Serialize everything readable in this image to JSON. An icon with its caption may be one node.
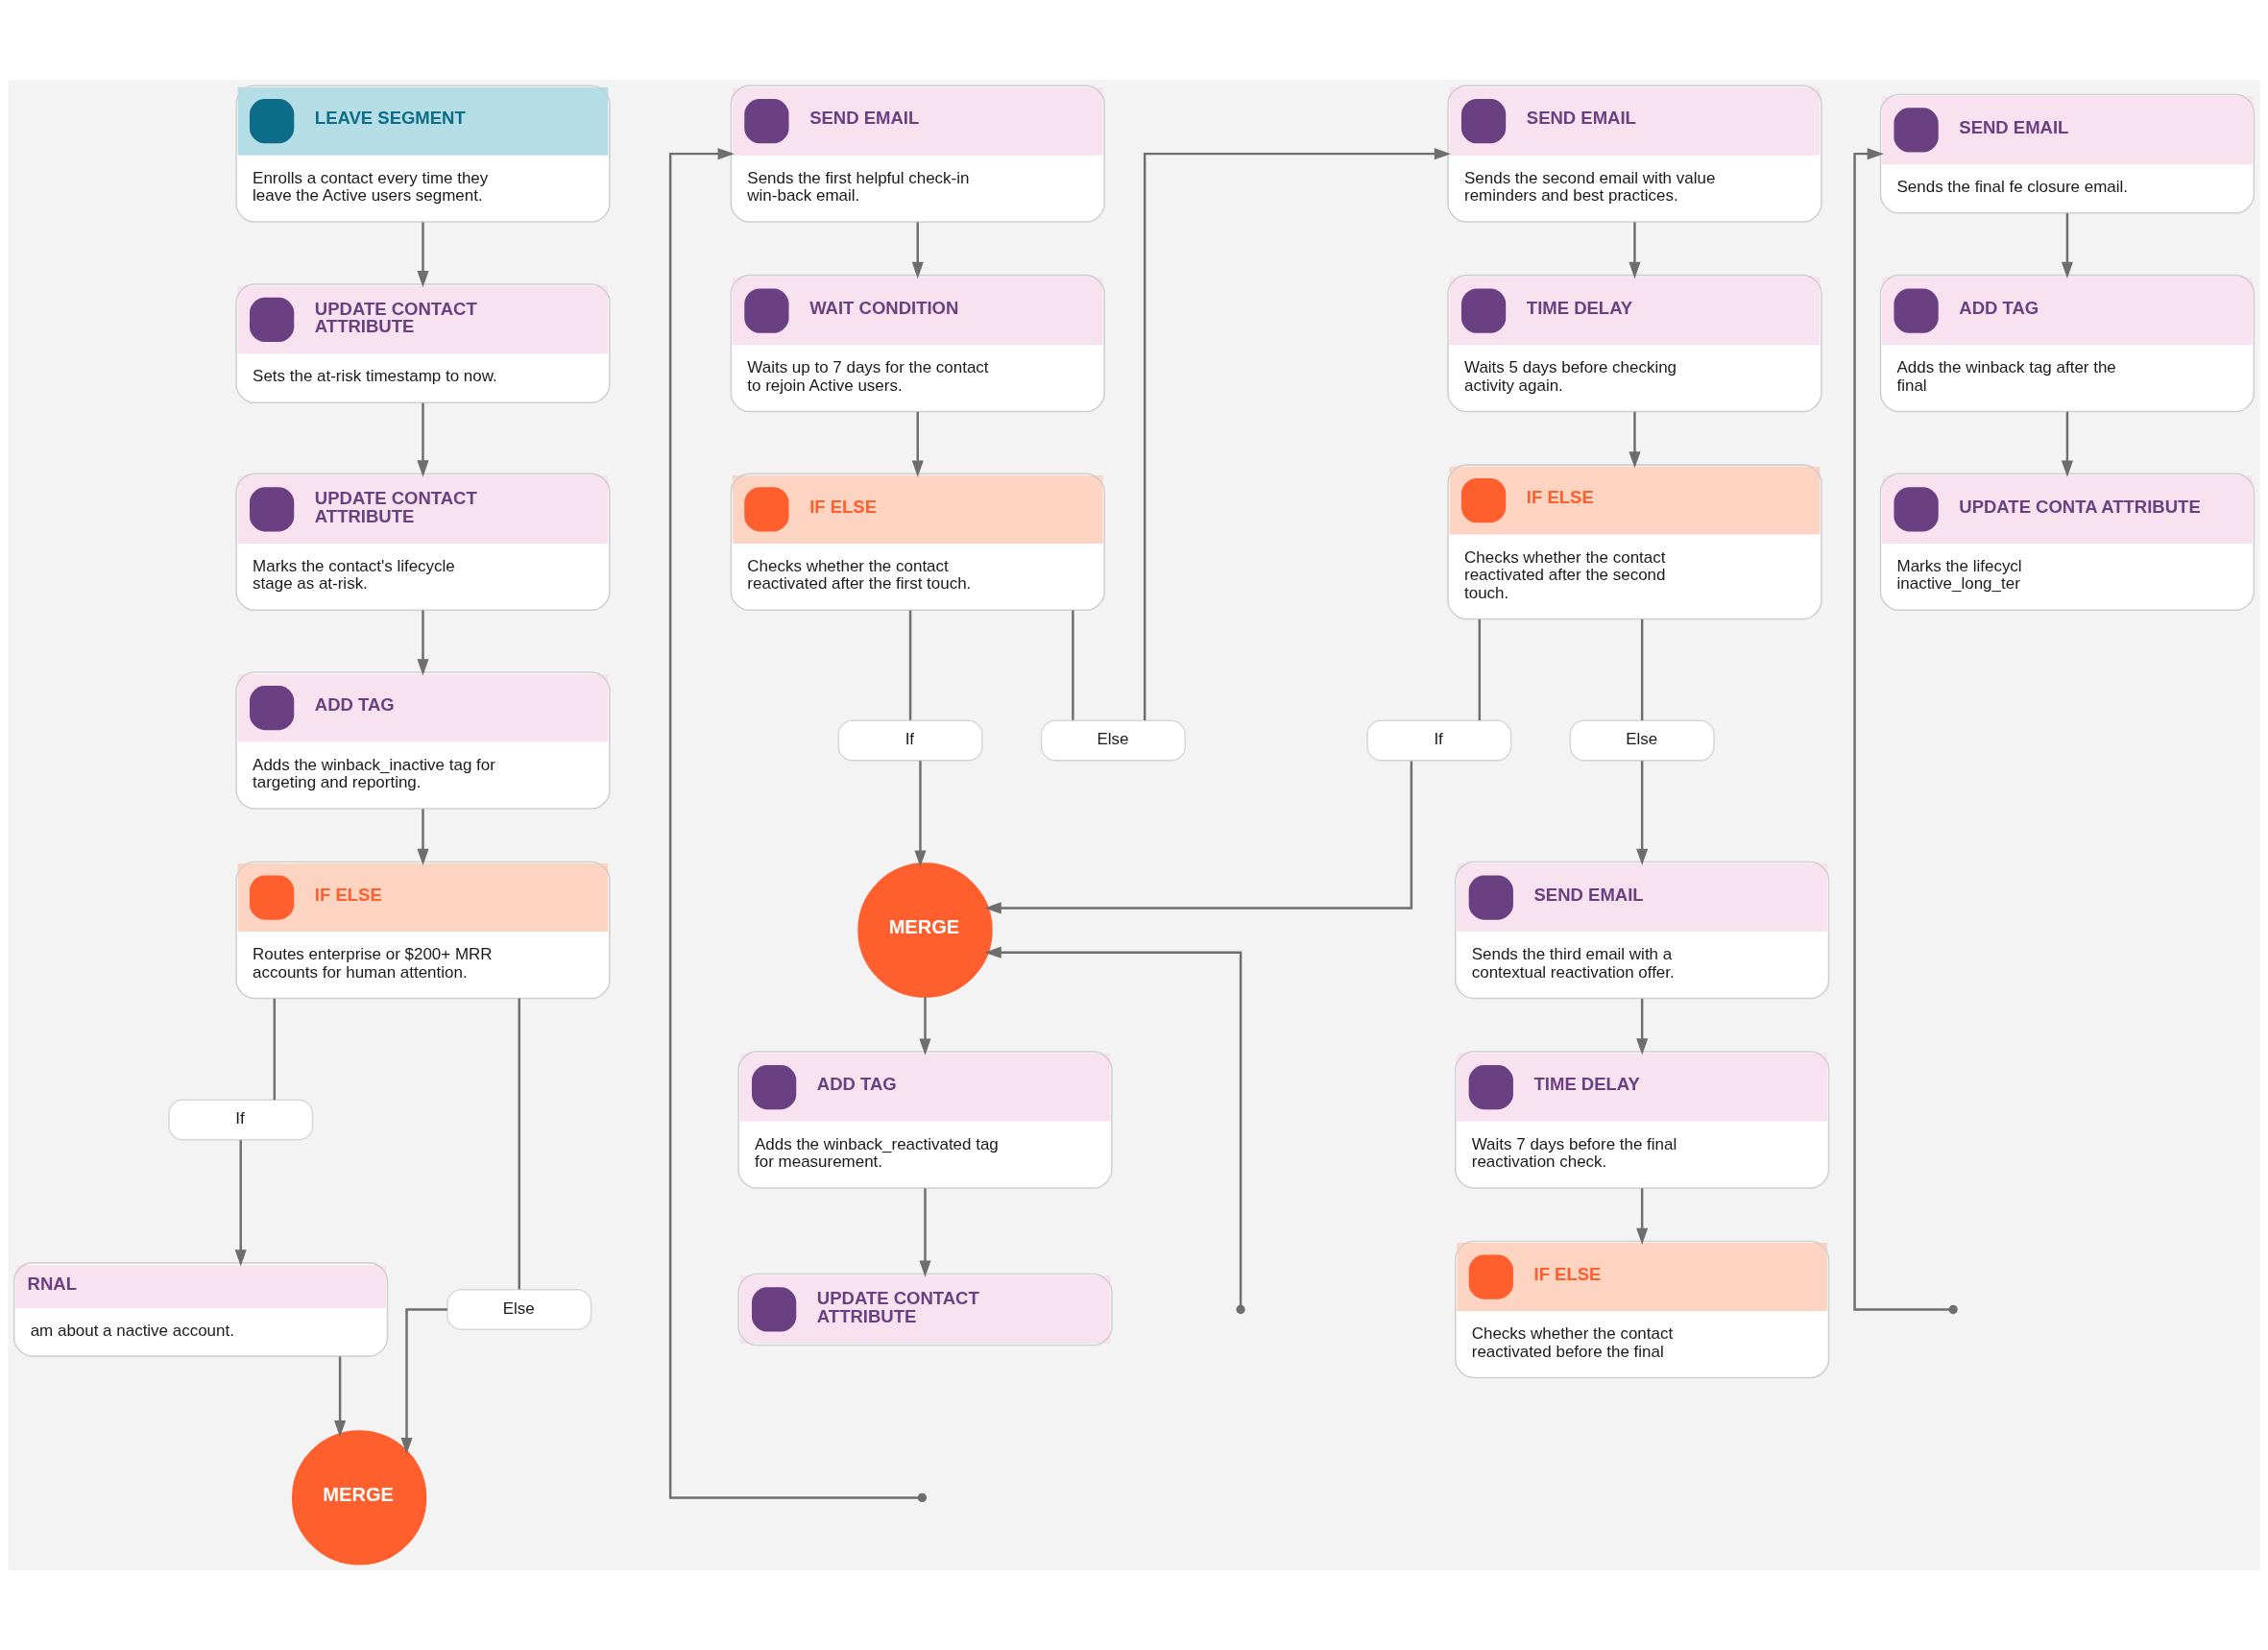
{
  "diagram": {
    "nodes": [
      {
        "text": [
          "LEAVE SEGMENT",
          "Enrolls a contact every time they leave the Active users segment."
        ]
      },
      {
        "text": [
          "UPDATE CONTACT ATTRIBUTE",
          "Sets the at-risk timestamp to now."
        ]
      },
      {
        "text": [
          "UPDATE CONTACT ATTRIBUTE",
          "Marks the contact's lifecycle stage as at-risk."
        ]
      },
      {
        "text": [
          "ADD TAG",
          "Adds the winback_inactive tag for targeting and reporting."
        ]
      },
      {
        "text": [
          "IF ELSE",
          "Routes enterprise or $200+ MRR accounts for human attention."
        ]
      },
      {
        "text": [
          "If"
        ]
      },
      {
        "text": [
          "Else"
        ]
      },
      {
        "text": [
          "RNAL",
          "am about a nactive account."
        ]
      },
      {
        "text": [
          "MERGE"
        ]
      },
      {
        "text": [
          "SEND EMAIL",
          "Sends the first helpful check-in win-back email."
        ]
      },
      {
        "text": [
          "WAIT CONDITION",
          "Waits up to 7 days for the contact to rejoin Active users."
        ]
      },
      {
        "text": [
          "IF ELSE",
          "Checks whether the contact reactivated after the first touch."
        ]
      },
      {
        "text": [
          "If"
        ]
      },
      {
        "text": [
          "Else"
        ]
      },
      {
        "text": [
          "MERGE"
        ]
      },
      {
        "text": [
          "ADD TAG",
          "Adds the winback_reactivated tag for measurement."
        ]
      },
      {
        "text": [
          "UPDATE CONTACT ATTRIBUTE"
        ]
      },
      {
        "text": [
          "SEND EMAIL",
          "Sends the second email with value reminders and best practices."
        ]
      },
      {
        "text": [
          "TIME DELAY",
          "Waits 5 days before checking activity again."
        ]
      },
      {
        "text": [
          "IF ELSE",
          "Checks whether the contact reactivated after the second touch."
        ]
      },
      {
        "text": [
          "If"
        ]
      },
      {
        "text": [
          "Else"
        ]
      },
      {
        "text": [
          "SEND EMAIL",
          "Sends the third email with a contextual reactivation offer."
        ]
      },
      {
        "text": [
          "TIME DELAY",
          "Waits 7 days before the final reactivation check."
        ]
      },
      {
        "text": [
          "IF ELSE",
          "Checks whether the contact reactivated before the final"
        ]
      },
      {
        "text": [
          "SEND EMAIL",
          "Sends the final fe closure email."
        ]
      },
      {
        "text": [
          "ADD TAG",
          "Adds the winback tag after the final"
        ]
      },
      {
        "text": [
          "UPDATE CONTA ATTRIBUTE",
          "Marks the lifecycl inactive_long_ter"
        ]
      }
    ],
    "edges": [
      {
        "from": 0,
        "to": 1,
        "arrow": "to"
      },
      {
        "from": 1,
        "to": 2,
        "arrow": "to"
      },
      {
        "from": 2,
        "to": 3,
        "arrow": "to"
      },
      {
        "from": 3,
        "to": 4,
        "arrow": "to"
      },
      {
        "from": 4,
        "to": 5,
        "arrow": "none"
      },
      {
        "from": 4,
        "to": 6,
        "arrow": "none"
      },
      {
        "from": 5,
        "to": 7,
        "arrow": "to"
      },
      {
        "from": 6,
        "to": 8,
        "arrow": "to"
      },
      {
        "from": 7,
        "to": 8,
        "arrow": "to"
      },
      {
        "from": null,
        "to": 9,
        "arrow": "to"
      },
      {
        "from": 9,
        "to": 10,
        "arrow": "to"
      },
      {
        "from": 10,
        "to": 11,
        "arrow": "to"
      },
      {
        "from": 11,
        "to": 12,
        "arrow": "none"
      },
      {
        "from": 11,
        "to": 13,
        "arrow": "none"
      },
      {
        "from": 12,
        "to": 14,
        "arrow": "to"
      },
      {
        "from": 13,
        "to": 17,
        "arrow": "to"
      },
      {
        "from": 14,
        "to": 15,
        "arrow": "to"
      },
      {
        "from": 15,
        "to": 16,
        "arrow": "to"
      },
      {
        "from": 17,
        "to": 18,
        "arrow": "to"
      },
      {
        "from": 18,
        "to": 19,
        "arrow": "to"
      },
      {
        "from": 19,
        "to": 20,
        "arrow": "none"
      },
      {
        "from": 19,
        "to": 21,
        "arrow": "none"
      },
      {
        "from": 20,
        "to": 14,
        "arrow": "to"
      },
      {
        "from": 21,
        "to": 22,
        "arrow": "to"
      },
      {
        "from": null,
        "to": 14,
        "arrow": "to"
      },
      {
        "from": 22,
        "to": 23,
        "arrow": "to"
      },
      {
        "from": 23,
        "to": 24,
        "arrow": "to"
      },
      {
        "from": null,
        "to": 25,
        "arrow": "to"
      },
      {
        "from": 25,
        "to": 26,
        "arrow": "to"
      },
      {
        "from": 26,
        "to": 27,
        "arrow": "to"
      }
    ]
  }
}
